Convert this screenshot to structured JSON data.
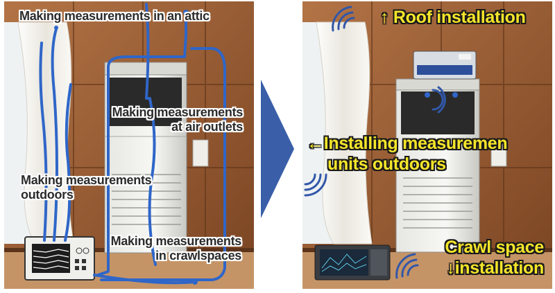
{
  "before": {
    "labels": {
      "attic": "Making measurements in an attic",
      "air_outlets_line1": "Making measurements",
      "air_outlets_line2": "at air outlets",
      "outdoors_line1": "Making measurements",
      "outdoors_line2": "outdoors",
      "crawlspaces_line1": "Making measurements",
      "crawlspaces_line2": "in crawlspaces"
    }
  },
  "after": {
    "labels": {
      "roof_arrow": "↑",
      "roof": "Roof installation",
      "outdoor_arrow": "←",
      "outdoor_line1": "Installing measuremen",
      "outdoor_line2": "units outdoors",
      "crawl_line1": "Crawl space",
      "crawl_arrow": "↓",
      "crawl_line2": "installation"
    }
  },
  "colors": {
    "wall": "#9a5f35",
    "wall_dark": "#6e3e1e",
    "cable": "#2f66c8",
    "arrow": "#3a5fa8",
    "label_yellow": "#f5e52a"
  }
}
